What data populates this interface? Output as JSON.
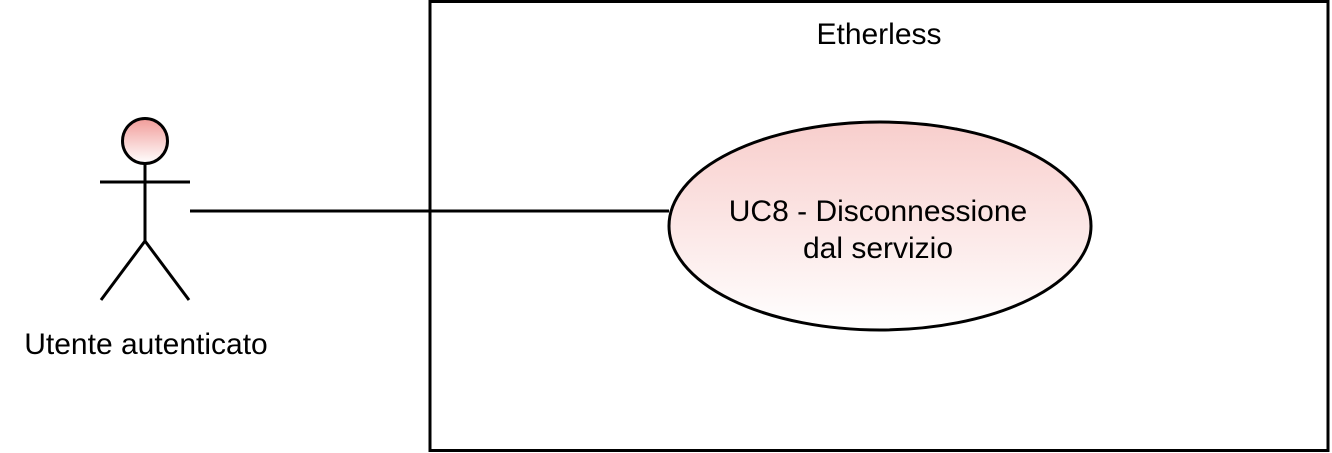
{
  "system": {
    "title": "Etherless"
  },
  "actor": {
    "label": "Utente autenticato"
  },
  "use_case": {
    "line1": "UC8 - Disconnessione",
    "line2": "dal servizio"
  },
  "colors": {
    "stroke": "#000000",
    "fill_top": "#f8cecc",
    "fill_bottom": "#ffffff",
    "actor_head_top": "#f19c99",
    "background": "#ffffff"
  }
}
